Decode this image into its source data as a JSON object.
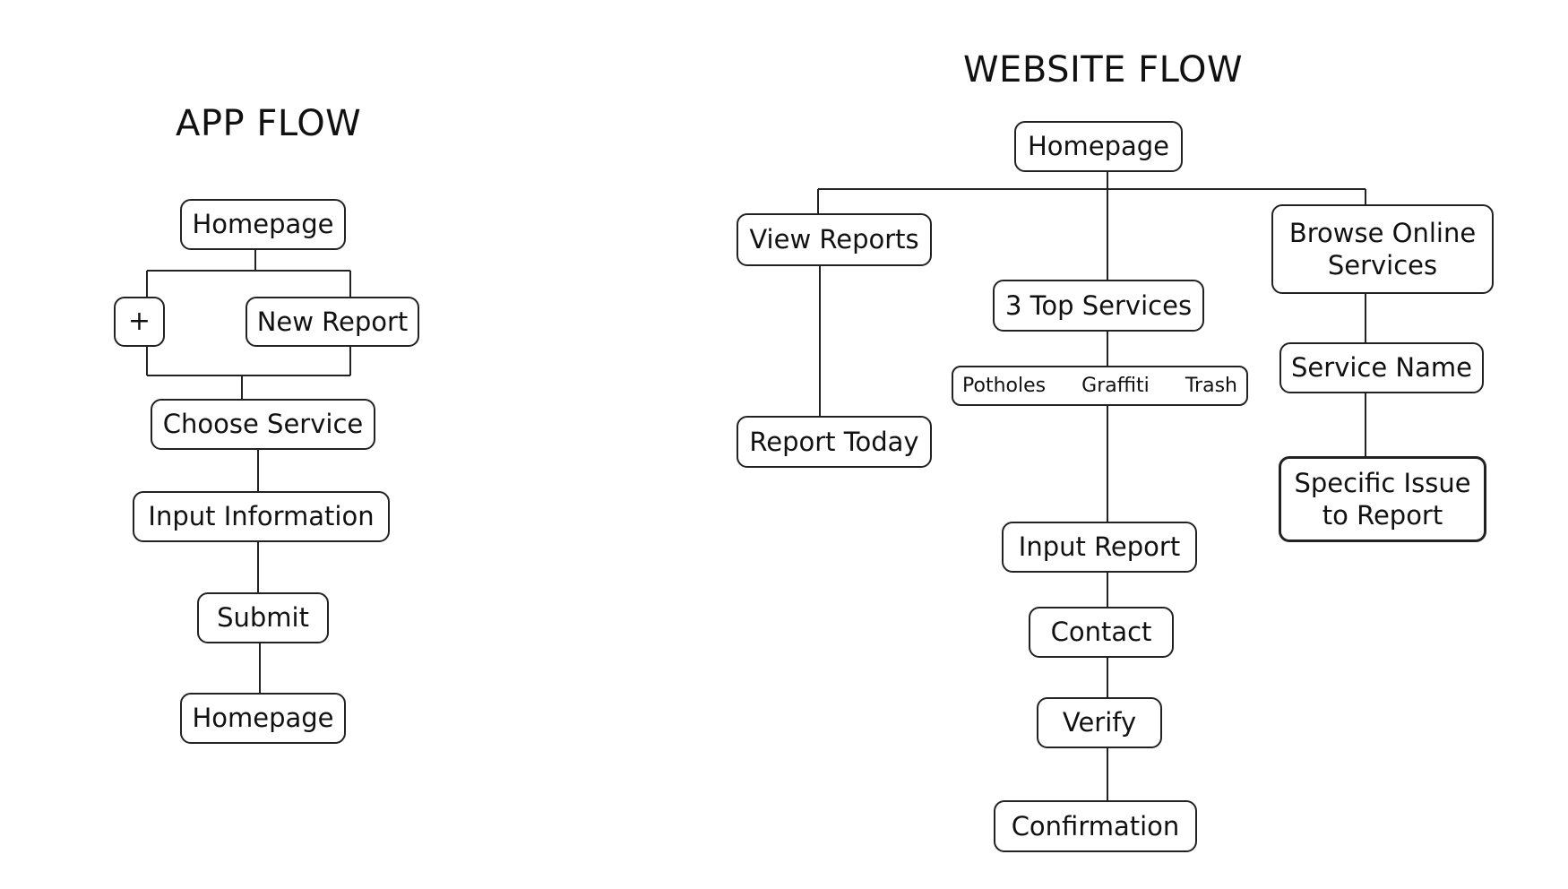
{
  "app_flow": {
    "title": "APP FLOW",
    "nodes": {
      "homepage": "Homepage",
      "plus": "+",
      "new_report": "New Report",
      "choose_service": "Choose Service",
      "input_information": "Input Information",
      "submit": "Submit",
      "homepage_end": "Homepage"
    }
  },
  "website_flow": {
    "title": "WEBSITE FLOW",
    "nodes": {
      "homepage": "Homepage",
      "view_reports": "View Reports",
      "report_today": "Report Today",
      "top_services": "3 Top Services",
      "services": {
        "potholes": "Potholes",
        "graffiti": "Graffiti",
        "trash": "Trash"
      },
      "browse_online_line1": "Browse Online",
      "browse_online_line2": "Services",
      "service_name": "Service Name",
      "specific_issue_line1": "Specific Issue",
      "specific_issue_line2": "to Report",
      "input_report": "Input Report",
      "contact": "Contact",
      "verify": "Verify",
      "confirmation": "Confirmation"
    }
  }
}
